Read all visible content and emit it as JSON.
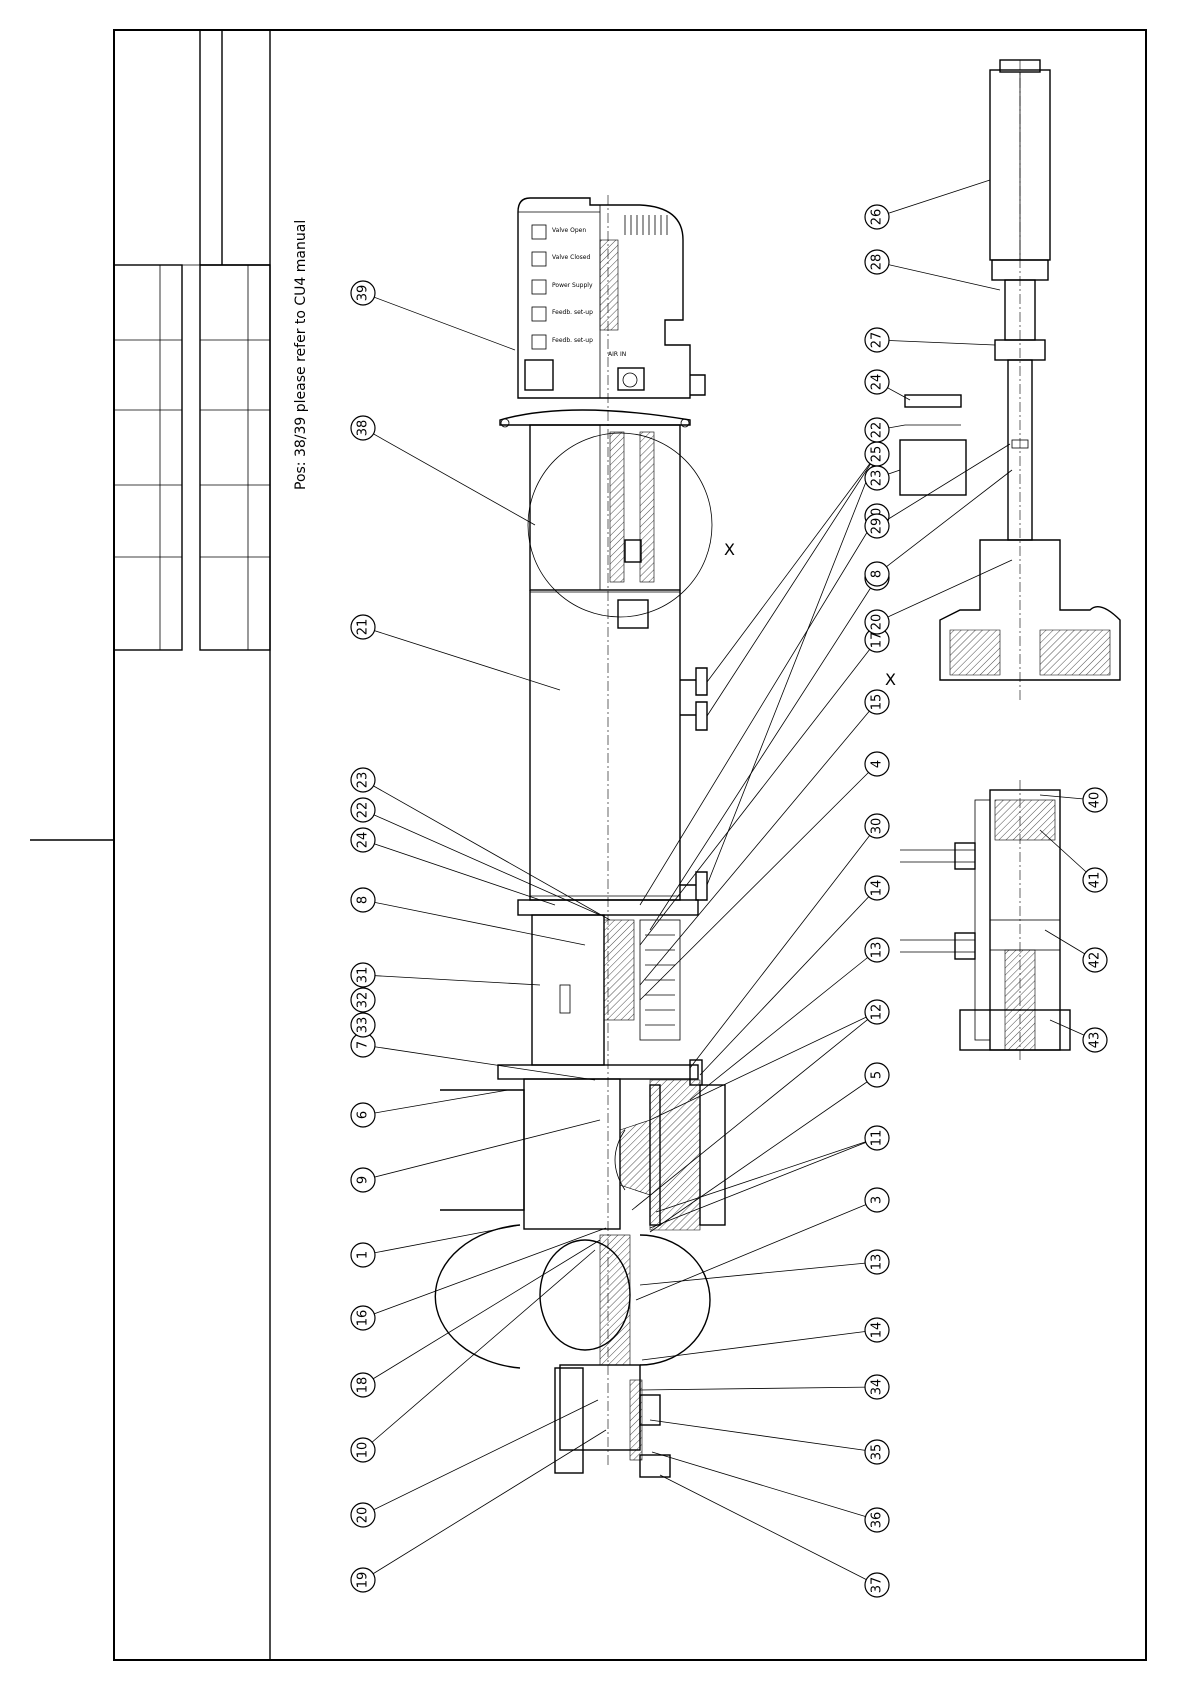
{
  "note": "Pos: 38/39 please refer to CU4 manual",
  "detail_marker": "X",
  "air_in_label": "AIR IN",
  "panel_labels": [
    "Valve Open",
    "Valve Closed",
    "Power Supply",
    "Feedb. set-up",
    "Feedb. set-up"
  ],
  "main_balloons": [
    "19",
    "20",
    "10",
    "18",
    "16",
    "1",
    "9",
    "6",
    "7",
    "31",
    "32",
    "33",
    "8",
    "24",
    "22",
    "23",
    "21",
    "38",
    "39",
    "37",
    "36",
    "35",
    "34",
    "14",
    "13",
    "3",
    "11",
    "5",
    "12",
    "13",
    "14",
    "30",
    "4",
    "15",
    "17",
    "2",
    "30",
    "25"
  ],
  "detail_x_balloons": [
    "26",
    "28",
    "27",
    "24",
    "22",
    "23",
    "29",
    "8",
    "20"
  ],
  "detail_bottom_balloons": [
    "40",
    "41",
    "42",
    "43"
  ],
  "colors": {
    "line": "#000000",
    "paper": "#ffffff"
  }
}
